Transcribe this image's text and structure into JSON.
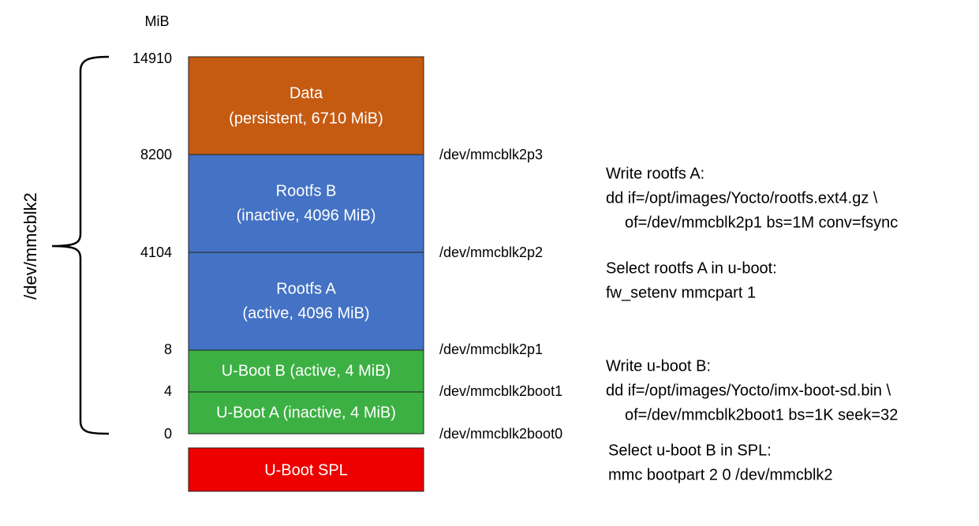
{
  "unit_label": "MiB",
  "disk_label": "/dev/mmcblk2",
  "blocks": [
    {
      "id": "data",
      "lines": [
        "Data",
        "(persistent, 6710 MiB)"
      ],
      "color": "#C55A11"
    },
    {
      "id": "rootfs-b",
      "lines": [
        "Rootfs B",
        "(inactive, 4096 MiB)"
      ],
      "color": "#4472C4"
    },
    {
      "id": "rootfs-a",
      "lines": [
        "Rootfs A",
        "(active, 4096 MiB)"
      ],
      "color": "#4472C4"
    },
    {
      "id": "uboot-b",
      "lines": [
        "U-Boot B (active, 4 MiB)"
      ],
      "color": "#3CB043"
    },
    {
      "id": "uboot-a",
      "lines": [
        "U-Boot A (inactive, 4 MiB)"
      ],
      "color": "#3CB043"
    },
    {
      "id": "spl",
      "lines": [
        "U-Boot SPL"
      ],
      "color": "#EE0000"
    }
  ],
  "boundaries": [
    "14910",
    "8200",
    "4104",
    "8",
    "4",
    "0"
  ],
  "devices": [
    "/dev/mmcblk2p3",
    "/dev/mmcblk2p2",
    "/dev/mmcblk2p1",
    "/dev/mmcblk2boot1",
    "/dev/mmcblk2boot0"
  ],
  "notes": [
    {
      "id": "write-rootfs-a",
      "lines": [
        "Write rootfs A:",
        "dd if=/opt/images/Yocto/rootfs.ext4.gz \\",
        "of=/dev/mmcblk2p1 bs=1M conv=fsync"
      ]
    },
    {
      "id": "select-rootfs-a",
      "lines": [
        "Select rootfs A in u-boot:",
        "fw_setenv mmcpart 1"
      ]
    },
    {
      "id": "write-uboot-b",
      "lines": [
        "Write u-boot B:",
        "dd if=/opt/images/Yocto/imx-boot-sd.bin \\",
        "of=/dev/mmcblk2boot1 bs=1K seek=32"
      ]
    },
    {
      "id": "select-uboot-b",
      "lines": [
        "Select u-boot B in SPL:",
        "mmc bootpart 2 0 /dev/mmcblk2"
      ]
    }
  ]
}
